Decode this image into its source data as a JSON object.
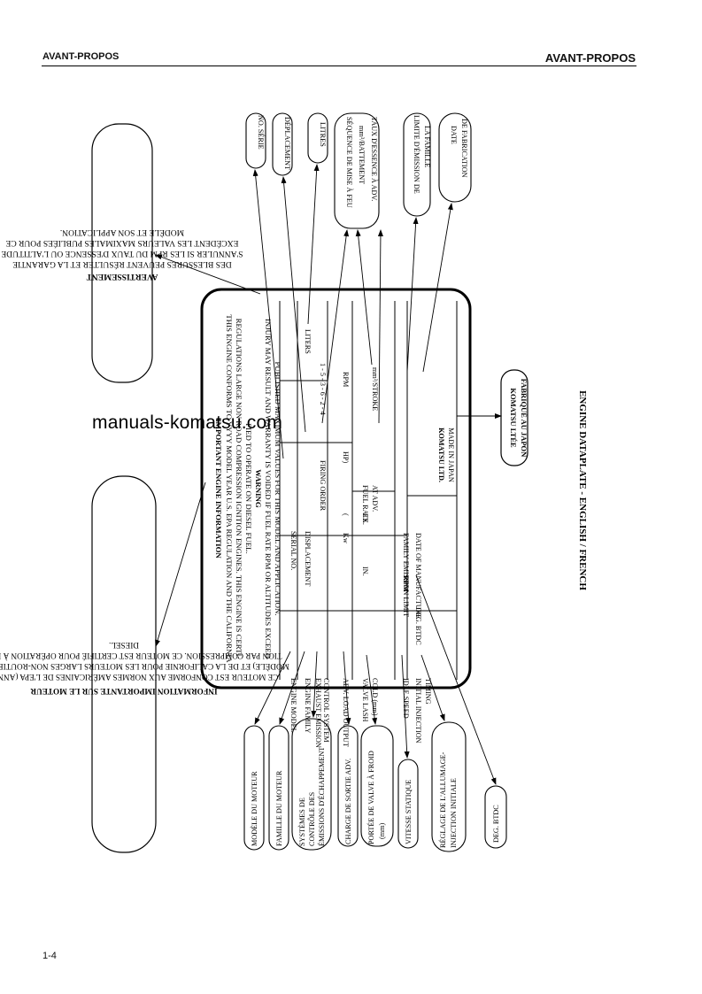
{
  "header": {
    "left": "AVANT-PROPOS",
    "right": "AVANT-PROPOS"
  },
  "page_number": "1-4",
  "watermark": "manuals-komatsu.com",
  "warning_box": {
    "title": "AVERTISSEMENT",
    "lines": [
      "DES BLESSURES PEUVENT RÉSULTER ET LA GARANTIE",
      "S'ANNULER SI LES RPM DU TAUX D'ESSENCE OU L'ALTITUDE",
      "EXCÉDENT LES VALEURS MAXIMALES PUBLIÉES POUR CE",
      "MODÈLE ET SON APPLICATION."
    ]
  },
  "info_box": {
    "title": "INFORMATION IMPORTANTE SUR LE MOTEUR",
    "lines": [
      "CE MOTEUR EST CONFORME AUX NORMES AMÉRICAINES DE L'EPA (ANNÉES DU",
      "MODÈLE) ET DE LA CALIFORNIE POUR LES MOTEURS LARGES NON-ROUTIERS À IGNI-",
      "TION PAR COMPRESSION. CE MOTEUR EST CERTIFIÉ POUR OPÉRATION À ESSENCE",
      "DIESEL."
    ]
  },
  "plate": {
    "title": "IMPORTANT ENGINE INFORMATION",
    "intro_lines": [
      "THIS ENGINE CONFORMS TO YYYY MODEL YEAR U.S. EPA REGULATION AND THE CALIFORNIA",
      "REGULATIONS LARGE NON ROAD COMPRESSION IGNITION ENGINES. THIS ENGINE IS CERTI-",
      "FIED TO OPERATE ON DIESEL FUEL."
    ],
    "warning_title": "WARNING",
    "warning_lines": [
      "INJURY MAY RESULT AND WARRANTY IS VOIDED IF FUEL RATE RPM OR ALTITUDES EXCEED",
      "PUBLISHED MAXIMUM VALUES FOR THIS MODEL AND APPLICATION."
    ],
    "row1": {
      "left": "ENGINE MODEL",
      "mid": "SERIAL NO.",
      "right": ""
    },
    "row2": {
      "left1": "ENGINE FAMILY",
      "left2": "EXHAUST EMISSION",
      "left3": "CONTROL SYSTEM",
      "mid": "DISPLACEMENT",
      "right": "LITERS",
      "mid2": "FIRING ORDER",
      "right2": "1 - 5 - 3 - 6 - 2 - 4"
    },
    "row3": {
      "left": "ADV. LOAD OUTPUT",
      "kw": "Kw",
      "paren_open": "(",
      "hp": "HP)",
      "rpm": "RPM"
    },
    "row4": {
      "left1": "VALVE LASH",
      "left2": "COLD (mm)",
      "in": "IN.",
      "ex": "EX.",
      "fuel1": "FUEL RATE",
      "fuel2": "AT ADV.",
      "unit": "mm³/STROKE"
    },
    "row5": {
      "left": "IDLE SPEED",
      "rpm": "RPM",
      "right": "FAMILY EMISSION LIMIT"
    },
    "row6": {
      "left1": "INITIAL INJECTION",
      "left2": "TIMING",
      "deg": "DEG. BTDC",
      "right": "DATE OF MANUFACTURE"
    },
    "footer1": "KOMATSU LTD.",
    "footer2": "MADE IN JAPAN"
  },
  "callouts_top": [
    "NO. SÉRIE",
    "DÉPLACEMENT",
    "LITRES",
    "SÉQUENCE DE MISE À FEU",
    "mm³/BATTEMENT",
    "TAUX D'ESSENCE À ADV.",
    "LIMITE D'ÉMISSION DE",
    "LA FAMILLE",
    "DATE",
    "DE FABRICATION"
  ],
  "callout_right": {
    "line1": "KOMATSU LTÉE",
    "line2": "FABRIQUÉ AU JAPON"
  },
  "callouts_bottom": [
    "MODÈLE DU MOTEUR",
    "FAMILLE DU MOTEUR",
    "SYSTÈMES DE",
    "CONTRÔLE DES",
    "ÉMISSIONS D'ÉCHAPPEMENT",
    "CHARGE DE SORTIE ADV.",
    "PORTÉE DE VALVE À FROID",
    "(mm)",
    "VITESSE STATIQUE",
    "RÉGLAGE DE L'ALLUMAGE-",
    "INJECTION INITIALE",
    "DEG. BTDC"
  ],
  "caption": "ENGINE DATAPLATE - ENGLISH / FRENCH"
}
